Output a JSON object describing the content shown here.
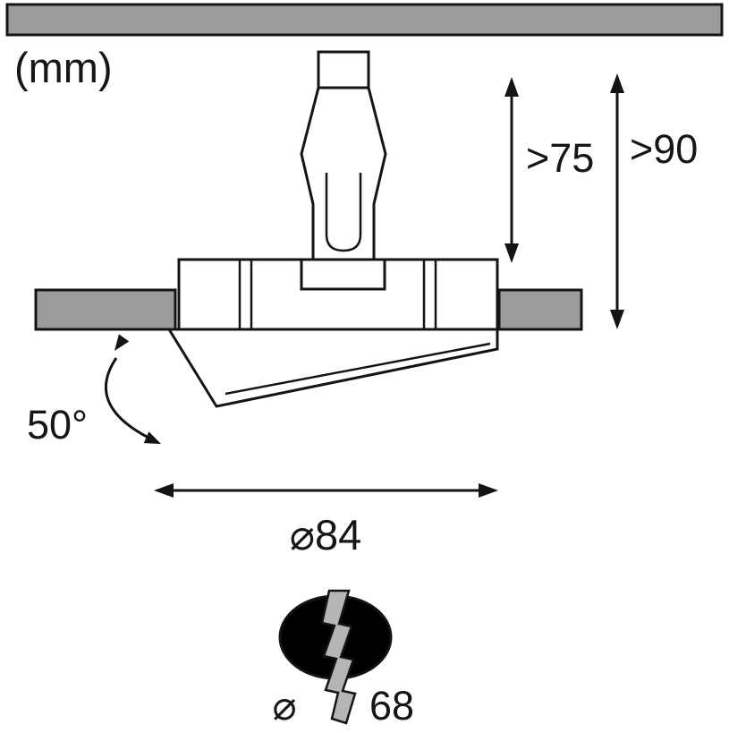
{
  "diagram": {
    "unit_label": "(mm)",
    "dimensions": {
      "fixture_depth": ">75",
      "recess_depth": ">90",
      "tilt_angle": "50°",
      "outer_diameter": "⌀84",
      "cutout_prefix": "⌀",
      "cutout_value": "68"
    },
    "colors": {
      "ceiling_gray": "#9c9c9c",
      "bolt_gray": "#b5b5b5",
      "line_black": "#141414",
      "hole_black": "#000000"
    }
  }
}
